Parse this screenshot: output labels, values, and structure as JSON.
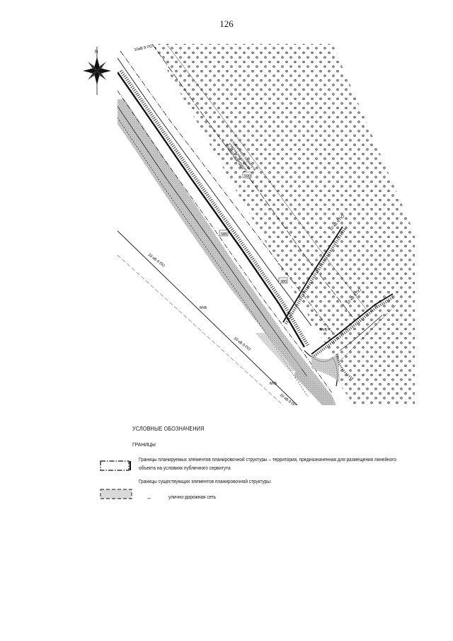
{
  "page_number": "126",
  "map": {
    "north_symbol": "compass-rose",
    "north_label": "N",
    "road_labels": [
      "10 кВ 9 ПО",
      "10 кВ 9 ПО",
      "10 кВ 9 ПО",
      "10 кВ 9 ПО",
      "10 кВ 9 ПО"
    ],
    "point_labels": [
      "МгБ",
      "МгБ",
      "МгБ"
    ],
    "parcel_labels": [
      "590",
      "585",
      "380"
    ],
    "top_label": "10кВ 9 ПО",
    "annotation_lines": [
      "Граница земельного",
      "участка на условиях",
      "публичного сервитута"
    ],
    "colors": {
      "ink": "#111111",
      "hatch": "#9a9a9a",
      "zone_fill": "#ffffff"
    }
  },
  "legend": {
    "title": "УСЛОВНЫЕ ОБОЗНАЧЕНИЯ",
    "subtitle": "ГРАНИЦЫ",
    "item1": "Границы планируемых элементов планировочной структуры – территория, предназначенная для размещения линейного объекта на условиях публичного сервитута",
    "item2_heading": "Границы существующих элементов планировочной структуры:",
    "item2_dash": "–",
    "item2_label": "улично-дорожная сеть"
  }
}
